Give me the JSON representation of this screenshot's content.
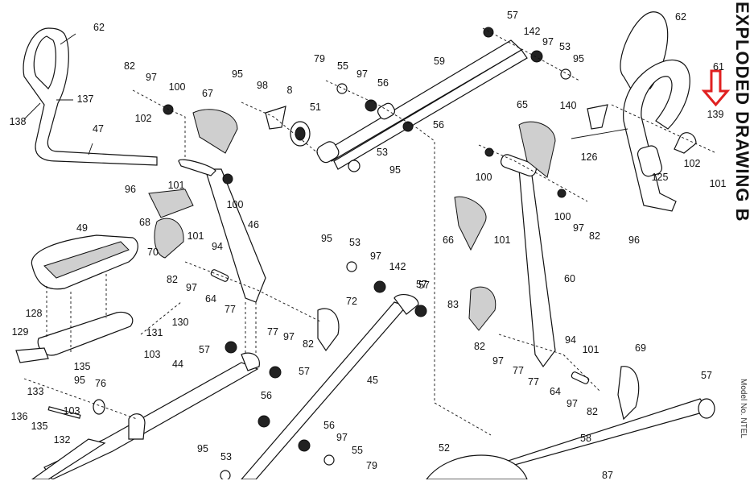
{
  "document": {
    "title": "EXPLODED DRAWING B",
    "model_text": "Model No. NTEL",
    "highlight": {
      "part": "139",
      "arrow_color": "#e02020"
    }
  },
  "labels": [
    {
      "id": "l62a",
      "text": "62"
    },
    {
      "id": "l137",
      "text": "137"
    },
    {
      "id": "l138",
      "text": "138"
    },
    {
      "id": "l47",
      "text": "47"
    },
    {
      "id": "l82a",
      "text": "82"
    },
    {
      "id": "l97a",
      "text": "97"
    },
    {
      "id": "l100a",
      "text": "100"
    },
    {
      "id": "l102a",
      "text": "102"
    },
    {
      "id": "l96a",
      "text": "96"
    },
    {
      "id": "l67",
      "text": "67"
    },
    {
      "id": "l95a",
      "text": "95"
    },
    {
      "id": "l98",
      "text": "98"
    },
    {
      "id": "l8",
      "text": "8"
    },
    {
      "id": "l51",
      "text": "51"
    },
    {
      "id": "l79a",
      "text": "79"
    },
    {
      "id": "l55a",
      "text": "55"
    },
    {
      "id": "l97b",
      "text": "97"
    },
    {
      "id": "l56a",
      "text": "56"
    },
    {
      "id": "l59",
      "text": "59"
    },
    {
      "id": "l56b",
      "text": "56"
    },
    {
      "id": "l53a",
      "text": "53"
    },
    {
      "id": "l95b",
      "text": "95"
    },
    {
      "id": "l101a",
      "text": "101"
    },
    {
      "id": "l100b",
      "text": "100"
    },
    {
      "id": "l68",
      "text": "68"
    },
    {
      "id": "l46",
      "text": "46"
    },
    {
      "id": "l49",
      "text": "49"
    },
    {
      "id": "l70",
      "text": "70"
    },
    {
      "id": "l101b",
      "text": "101"
    },
    {
      "id": "l94a",
      "text": "94"
    },
    {
      "id": "l82b",
      "text": "82"
    },
    {
      "id": "l97c",
      "text": "97"
    },
    {
      "id": "l64a",
      "text": "64"
    },
    {
      "id": "l77a",
      "text": "77"
    },
    {
      "id": "l130",
      "text": "130"
    },
    {
      "id": "l131",
      "text": "131"
    },
    {
      "id": "l128",
      "text": "128"
    },
    {
      "id": "l129",
      "text": "129"
    },
    {
      "id": "l103a",
      "text": "103"
    },
    {
      "id": "l135a",
      "text": "135"
    },
    {
      "id": "l57a",
      "text": "57"
    },
    {
      "id": "l57b",
      "text": "57"
    },
    {
      "id": "l44",
      "text": "44"
    },
    {
      "id": "l77b",
      "text": "77"
    },
    {
      "id": "l97d",
      "text": "97"
    },
    {
      "id": "l82c",
      "text": "82"
    },
    {
      "id": "l72",
      "text": "72"
    },
    {
      "id": "l95c",
      "text": "95"
    },
    {
      "id": "l53b",
      "text": "53"
    },
    {
      "id": "l97e",
      "text": "97"
    },
    {
      "id": "l142a",
      "text": "142"
    },
    {
      "id": "l57c",
      "text": "57"
    },
    {
      "id": "l45",
      "text": "45"
    },
    {
      "id": "l133",
      "text": "133"
    },
    {
      "id": "l136",
      "text": "136"
    },
    {
      "id": "l135b",
      "text": "135"
    },
    {
      "id": "l95d",
      "text": "95"
    },
    {
      "id": "l76",
      "text": "76"
    },
    {
      "id": "l103b",
      "text": "103"
    },
    {
      "id": "l132",
      "text": "132"
    },
    {
      "id": "l56c",
      "text": "56"
    },
    {
      "id": "l56d",
      "text": "56"
    },
    {
      "id": "l97f",
      "text": "97"
    },
    {
      "id": "l55b",
      "text": "55"
    },
    {
      "id": "l79b",
      "text": "79"
    },
    {
      "id": "l95e",
      "text": "95"
    },
    {
      "id": "l53c",
      "text": "53"
    },
    {
      "id": "l57d",
      "text": "57"
    },
    {
      "id": "l142b",
      "text": "142"
    },
    {
      "id": "l97g",
      "text": "97"
    },
    {
      "id": "l53d",
      "text": "53"
    },
    {
      "id": "l95f",
      "text": "95"
    },
    {
      "id": "l62b",
      "text": "62"
    },
    {
      "id": "l61",
      "text": "61"
    },
    {
      "id": "l65",
      "text": "65"
    },
    {
      "id": "l140",
      "text": "140"
    },
    {
      "id": "l139",
      "text": "139"
    },
    {
      "id": "l126",
      "text": "126"
    },
    {
      "id": "l125",
      "text": "125"
    },
    {
      "id": "l102b",
      "text": "102"
    },
    {
      "id": "l101c",
      "text": "101"
    },
    {
      "id": "l100c",
      "text": "100"
    },
    {
      "id": "l100d",
      "text": "100"
    },
    {
      "id": "l97h",
      "text": "97"
    },
    {
      "id": "l82d",
      "text": "82"
    },
    {
      "id": "l101d",
      "text": "101"
    },
    {
      "id": "l66",
      "text": "66"
    },
    {
      "id": "l96b",
      "text": "96"
    },
    {
      "id": "l60",
      "text": "60"
    },
    {
      "id": "l57e",
      "text": "57"
    },
    {
      "id": "l83",
      "text": "83"
    },
    {
      "id": "l82e",
      "text": "82"
    },
    {
      "id": "l97i",
      "text": "97"
    },
    {
      "id": "l77c",
      "text": "77"
    },
    {
      "id": "l94b",
      "text": "94"
    },
    {
      "id": "l101e",
      "text": "101"
    },
    {
      "id": "l69",
      "text": "69"
    },
    {
      "id": "l77d",
      "text": "77"
    },
    {
      "id": "l64b",
      "text": "64"
    },
    {
      "id": "l97j",
      "text": "97"
    },
    {
      "id": "l82f",
      "text": "82"
    },
    {
      "id": "l57f",
      "text": "57"
    },
    {
      "id": "l58",
      "text": "58"
    },
    {
      "id": "l52",
      "text": "52"
    },
    {
      "id": "l87",
      "text": "87"
    }
  ]
}
